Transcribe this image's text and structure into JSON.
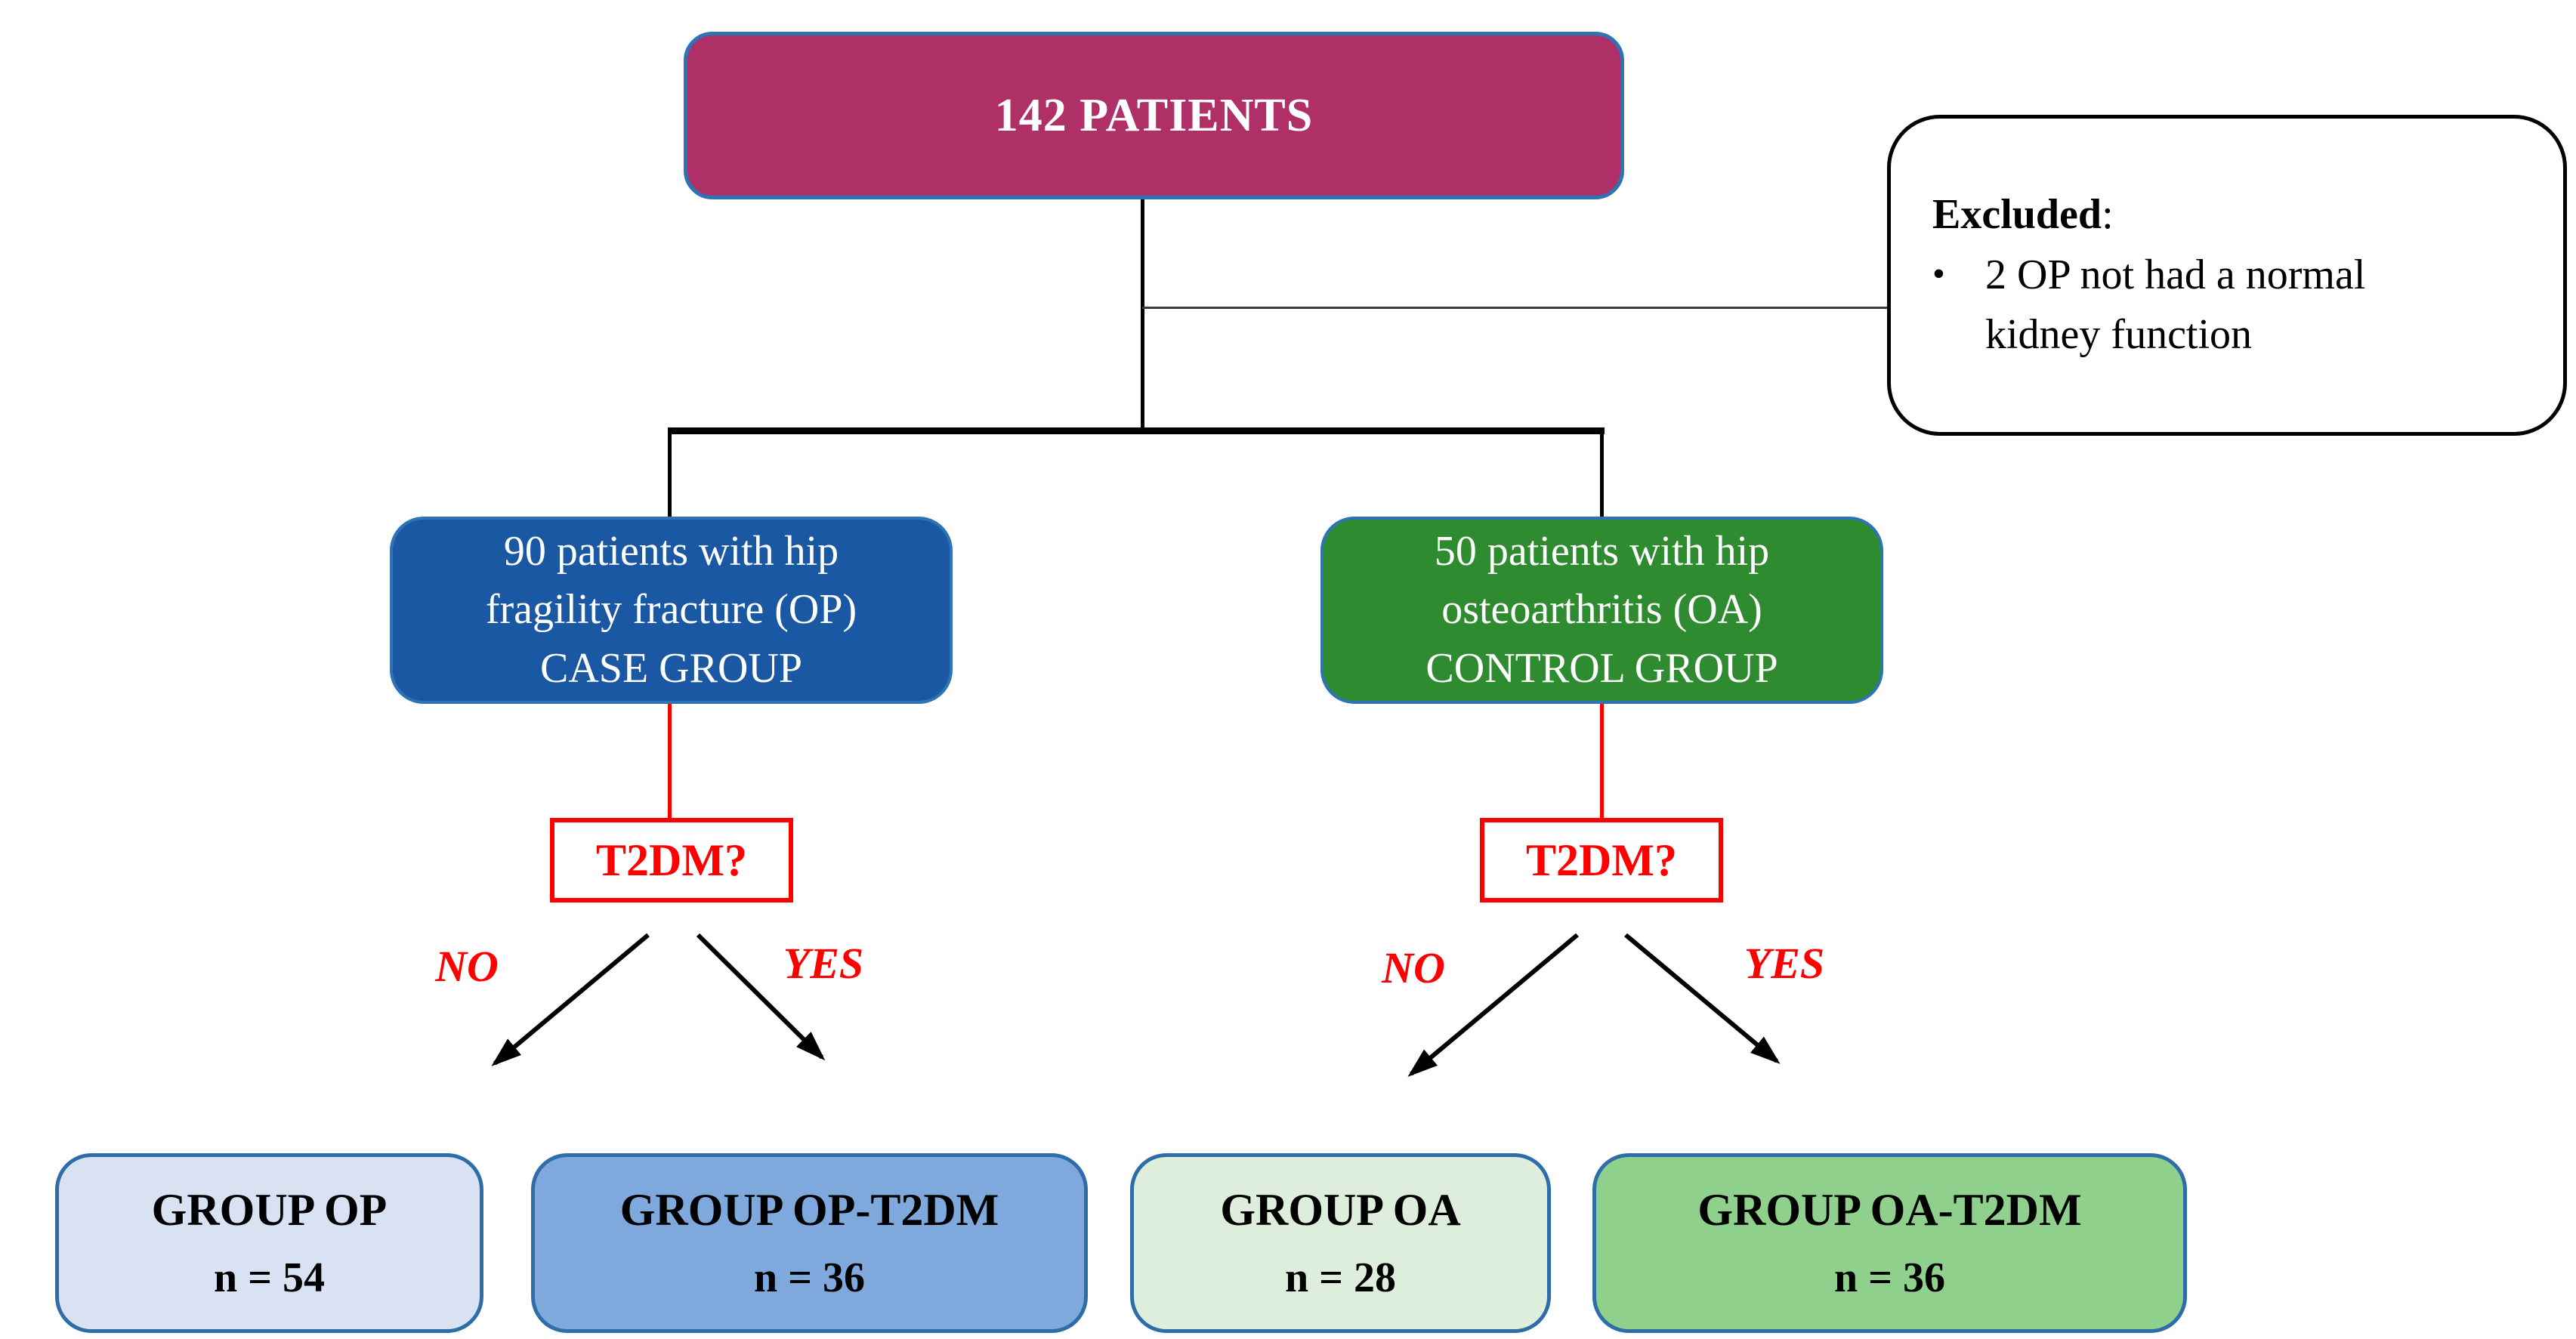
{
  "diagram": {
    "top_box": {
      "label": "142 PATIENTS"
    },
    "excluded_box": {
      "title": "Excluded",
      "colon": ":",
      "bullet": "•",
      "item": "2 OP not had a normal kidney function"
    },
    "case_box": {
      "line1": "90 patients with hip",
      "line2": "fragility fracture (OP)",
      "line3": "CASE GROUP"
    },
    "control_box": {
      "line1": "50 patients with hip",
      "line2": "osteoarthritis (OA)",
      "line3": "CONTROL GROUP"
    },
    "decisions": {
      "left": "T2DM?",
      "right": "T2DM?"
    },
    "branches": {
      "left_no": "NO",
      "left_yes": "YES",
      "right_no": "NO",
      "right_yes": "YES"
    },
    "outcomes": [
      {
        "title": "GROUP OP",
        "count": "n = 54"
      },
      {
        "title": "GROUP OP-T2DM",
        "count": "n = 36"
      },
      {
        "title": "GROUP OA",
        "count": "n = 28"
      },
      {
        "title": "GROUP OA-T2DM",
        "count": "n = 36"
      }
    ],
    "colors": {
      "top_fill": "#AE3066",
      "case_fill": "#1A58A4",
      "control_fill": "#2E8B30",
      "box_border_blue": "#2E74B5",
      "outcome_border": "#2E6DA8",
      "outcome_fills": [
        "#D9E2F3",
        "#7FA8DC",
        "#DEEEDC",
        "#8FD08C"
      ],
      "decision_red": "#FE0000",
      "line_black": "#000000"
    }
  }
}
